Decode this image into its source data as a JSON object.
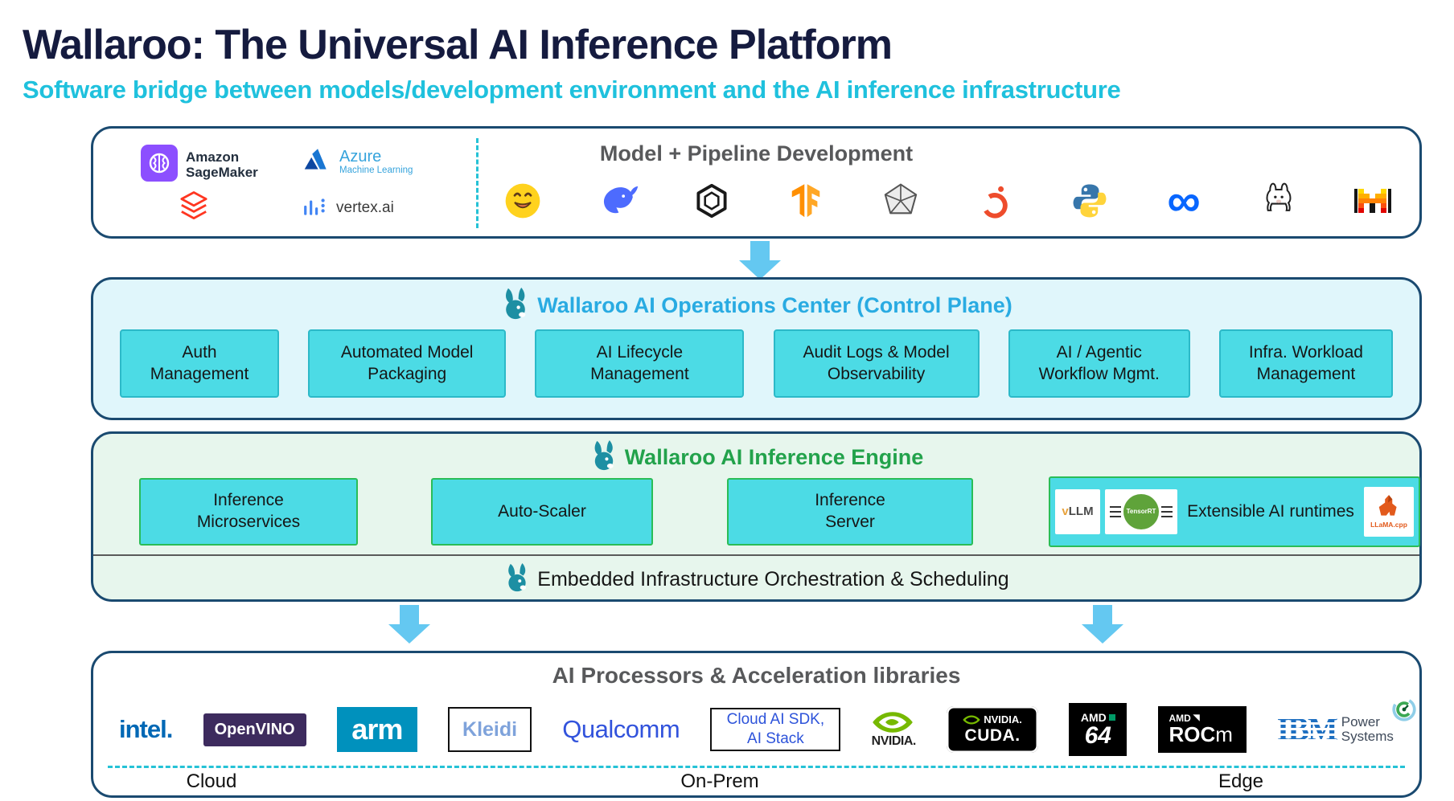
{
  "page": {
    "title": "Wallaroo: The Universal AI Inference Platform",
    "subtitle": "Software bridge between models/development environment and the AI inference infrastructure"
  },
  "colors": {
    "title_navy": "#151B3F",
    "subtitle_cyan": "#1FC1DD",
    "box_border_navy": "#1A4A70",
    "control_plane_bg": "#E0F6FB",
    "control_plane_blue": "#29ABE2",
    "engine_bg": "#E7F6ED",
    "engine_green": "#22A24B",
    "module_turquoise": "#4CDBE5",
    "arrow_blue": "#64C8F1",
    "header_gray": "#58595B"
  },
  "model_dev": {
    "title": "Model + Pipeline Development",
    "platforms": {
      "sagemaker": {
        "line1": "Amazon",
        "line2": "SageMaker"
      },
      "azure": {
        "line1": "Azure",
        "line2": "Machine Learning"
      },
      "databricks": {
        "name": "databricks-icon"
      },
      "vertex": {
        "label": "vertex.ai"
      }
    },
    "tool_icons": [
      "hugging-face",
      "deepseek-whale",
      "openai",
      "tensorflow",
      "onnx",
      "pytorch",
      "python",
      "meta",
      "ollama",
      "mistral"
    ]
  },
  "control_plane": {
    "title": "Wallaroo AI Operations Center (Control Plane)",
    "boxes": [
      "Auth Management",
      "Automated Model Packaging",
      "AI Lifecycle Management",
      "Audit Logs & Model Observability",
      "AI / Agentic Workflow Mgmt.",
      "Infra. Workload Management"
    ]
  },
  "inference_engine": {
    "title": "Wallaroo AI Inference Engine",
    "boxes": [
      "Inference Microservices",
      "Auto-Scaler",
      "Inference Server"
    ],
    "runtimes": {
      "label": "Extensible AI runtimes",
      "vllm": "vLLM",
      "tensorrt": "TensorRT",
      "llama": "LLaMA.cpp"
    },
    "strip": "Embedded Infrastructure Orchestration & Scheduling"
  },
  "processors": {
    "title": "AI Processors & Acceleration libraries",
    "intel": "intel.",
    "openvino": "OpenVINO",
    "arm": "arm",
    "kleidi": "Kleidi",
    "qualcomm": "Qualcomm",
    "cloud_ai": {
      "line1": "Cloud AI SDK,",
      "line2": "AI Stack"
    },
    "nvidia": {
      "label": "NVIDIA."
    },
    "cuda": {
      "brand": "NVIDIA.",
      "label": "CUDA."
    },
    "amd64": {
      "brand": "AMD",
      "label": "64"
    },
    "rocm": {
      "brand": "AMD",
      "label_strong": "ROC",
      "label_light": "m"
    },
    "ibm": {
      "brand": "IBM",
      "line1": "Power",
      "line2": "Systems"
    },
    "zones": [
      "Cloud",
      "On-Prem",
      "Edge"
    ]
  }
}
